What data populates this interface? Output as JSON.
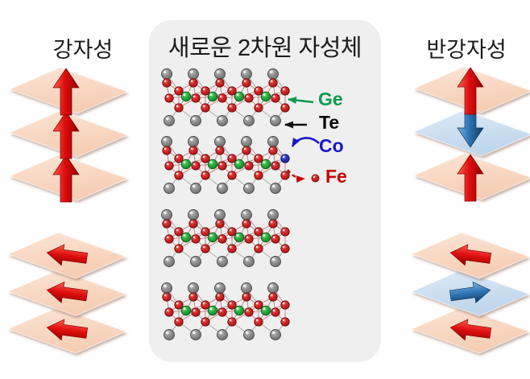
{
  "titles": {
    "left": "강자성",
    "center": "새로운 2차원 자성체",
    "right": "반강자성"
  },
  "legend": [
    {
      "id": "ge",
      "label": "Ge",
      "color": "#0E9B4C",
      "arrow_style": "solid-straight"
    },
    {
      "id": "te",
      "label": "Te",
      "color": "#0B0B0B",
      "arrow_style": "solid-straight"
    },
    {
      "id": "co",
      "label": "Co",
      "color": "#1818C4",
      "arrow_style": "solid-curved"
    },
    {
      "id": "fe",
      "label": "Fe",
      "color": "#C60606",
      "arrow_style": "dashed-curved"
    }
  ],
  "stacks": [
    {
      "name": "ferromagnet-out-of-plane",
      "planes": [
        {
          "color": "orange",
          "arrow": "up",
          "arrow_color": "red"
        },
        {
          "color": "orange",
          "arrow": "up",
          "arrow_color": "red"
        },
        {
          "color": "orange",
          "arrow": "up",
          "arrow_color": "red"
        }
      ]
    },
    {
      "name": "antiferromagnet-out-of-plane",
      "planes": [
        {
          "color": "orange",
          "arrow": "up",
          "arrow_color": "red"
        },
        {
          "color": "blue",
          "arrow": "down",
          "arrow_color": "blue"
        },
        {
          "color": "orange",
          "arrow": "up",
          "arrow_color": "red"
        }
      ]
    },
    {
      "name": "ferromagnet-in-plane",
      "planes": [
        {
          "color": "orange",
          "arrow": "left",
          "arrow_color": "red"
        },
        {
          "color": "orange",
          "arrow": "left",
          "arrow_color": "red"
        },
        {
          "color": "orange",
          "arrow": "left",
          "arrow_color": "red"
        }
      ]
    },
    {
      "name": "antiferromagnet-in-plane",
      "planes": [
        {
          "color": "orange",
          "arrow": "left",
          "arrow_color": "red"
        },
        {
          "color": "blue",
          "arrow": "right",
          "arrow_color": "blue"
        },
        {
          "color": "orange",
          "arrow": "left",
          "arrow_color": "red"
        }
      ]
    }
  ],
  "crystal": {
    "layers": [
      {
        "co_dopant": false
      },
      {
        "co_dopant": true
      },
      {
        "co_dopant": false
      },
      {
        "co_dopant": false
      }
    ]
  },
  "colors": {
    "panel_bg": "#F0EFEF",
    "plane_orange": "#F6CDB3",
    "plane_orange_light": "#FBE4D5",
    "plane_blue": "#BED5EB",
    "plane_blue_light": "#DDEAF7",
    "arrow_red": "#DE0E0E",
    "arrow_red_light": "#FF6050",
    "arrow_red_dark": "#920000",
    "arrow_blue": "#2E74B5",
    "arrow_blue_light": "#7FB2E0",
    "arrow_blue_dark": "#143A60",
    "atom_red": "#D62B2B",
    "atom_green": "#2DB345",
    "atom_gray": "#969696",
    "atom_co_blue": "#2B3BBF",
    "bond_red": "#C98F8F",
    "bond_gray": "#ADADAD"
  }
}
